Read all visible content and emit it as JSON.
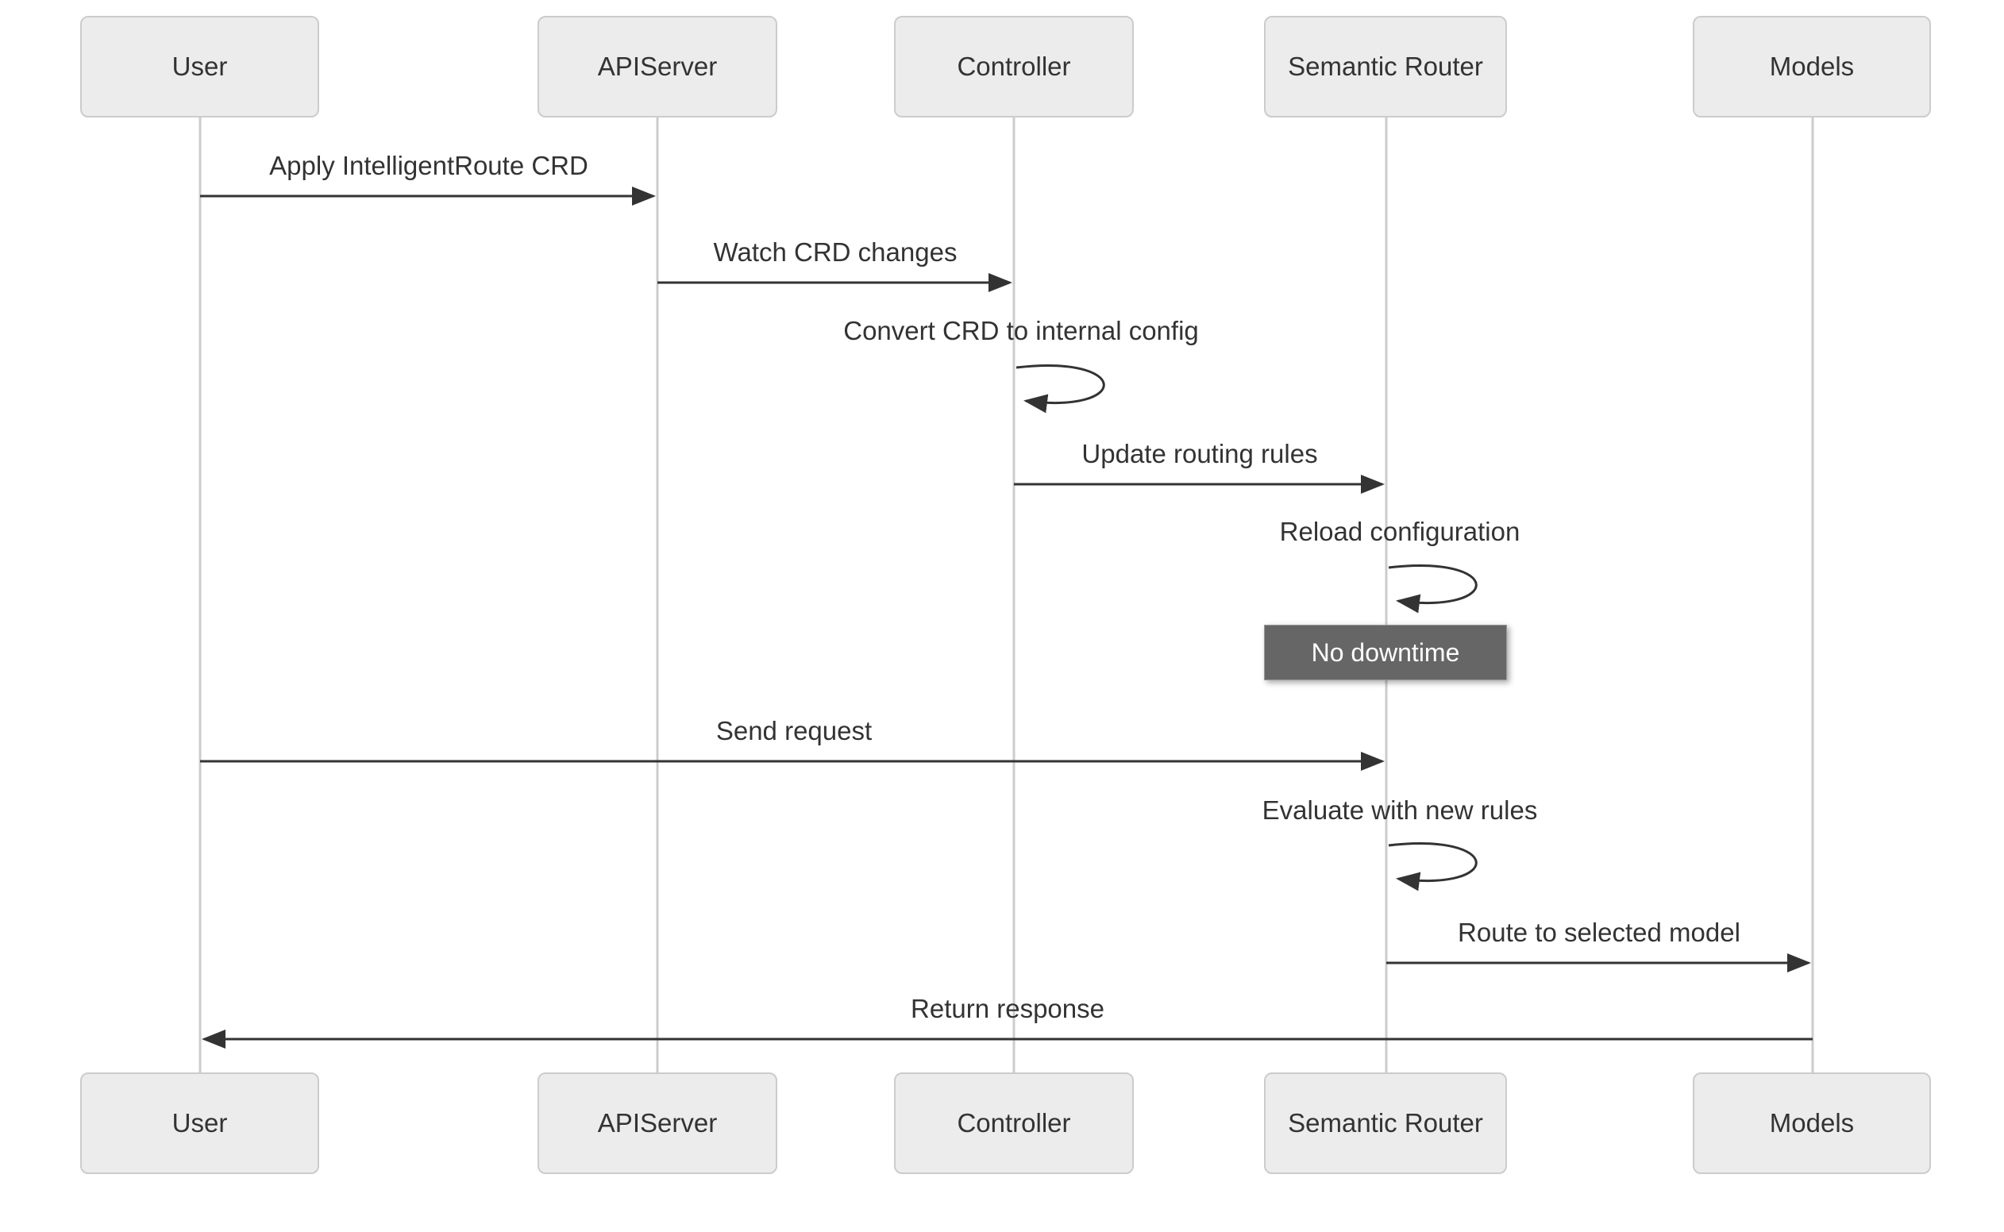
{
  "diagram": {
    "type": "sequence-diagram",
    "actors": [
      {
        "id": "user",
        "label": "User"
      },
      {
        "id": "apiserver",
        "label": "APIServer"
      },
      {
        "id": "controller",
        "label": "Controller"
      },
      {
        "id": "semantic-router",
        "label": "Semantic Router"
      },
      {
        "id": "models",
        "label": "Models"
      }
    ],
    "messages": [
      {
        "from": "User",
        "to": "APIServer",
        "text": "Apply IntelligentRoute CRD",
        "kind": "solid-arrow"
      },
      {
        "from": "APIServer",
        "to": "Controller",
        "text": "Watch CRD changes",
        "kind": "solid-arrow"
      },
      {
        "from": "Controller",
        "to": "Controller",
        "text": "Convert CRD to internal config",
        "kind": "self-loop"
      },
      {
        "from": "Controller",
        "to": "Semantic Router",
        "text": "Update routing rules",
        "kind": "solid-arrow"
      },
      {
        "from": "Semantic Router",
        "to": "Semantic Router",
        "text": "Reload configuration",
        "kind": "self-loop"
      },
      {
        "from": "User",
        "to": "Semantic Router",
        "text": "Send request",
        "kind": "solid-arrow"
      },
      {
        "from": "Semantic Router",
        "to": "Semantic Router",
        "text": "Evaluate with new rules",
        "kind": "self-loop"
      },
      {
        "from": "Semantic Router",
        "to": "Models",
        "text": "Route to selected model",
        "kind": "solid-arrow"
      },
      {
        "from": "Models",
        "to": "User",
        "text": "Return response",
        "kind": "solid-arrow"
      }
    ],
    "note": {
      "text": "No downtime",
      "over": "Semantic Router"
    },
    "colors": {
      "background": "#ffffff",
      "actor_fill": "#ececec",
      "actor_border": "#cccccc",
      "lifeline": "#cccccc",
      "message_line": "#333333",
      "text": "#333333",
      "note_fill": "#666666",
      "note_border": "#999999",
      "note_text": "#ffffff"
    }
  }
}
